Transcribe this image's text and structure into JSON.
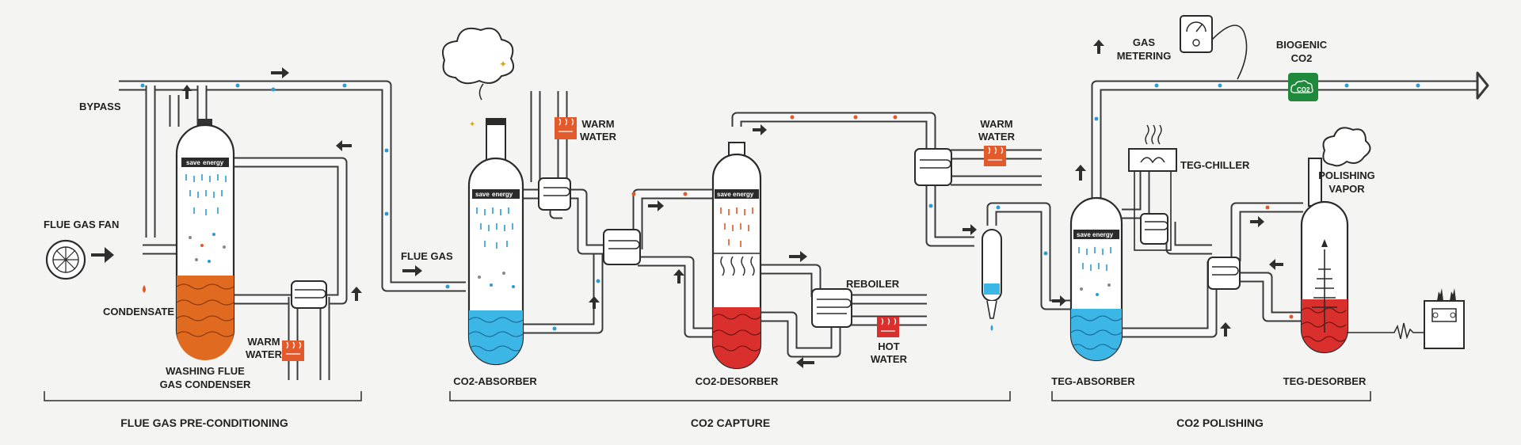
{
  "colors": {
    "outline": "#2b2b2b",
    "water_blue": "#3cb6e4",
    "hot_red": "#d9302e",
    "condenser_orange": "#e06a1f",
    "heater_orange": "#e35a2c",
    "biogenic_green": "#1f8a3c",
    "background": "#f4f4f3"
  },
  "labels": {
    "bypass": "BYPASS",
    "flue_gas_fan": "FLUE GAS FAN",
    "condensate": "CONDENSATE",
    "washing_1": "WASHING FLUE",
    "washing_2": "GAS CONDENSER",
    "warm_water_a_1": "WARM",
    "warm_water_a_2": "WATER",
    "flue_gas": "FLUE GAS",
    "warm_water_b_1": "WARM",
    "warm_water_b_2": "WATER",
    "co2_absorber": "CO2-ABSORBER",
    "co2_desorber": "CO2-DESORBER",
    "reboiler": "REBOILER",
    "hot_water_1": "HOT",
    "hot_water_2": "WATER",
    "warm_water_c_1": "WARM",
    "warm_water_c_2": "WATER",
    "gas_metering_1": "GAS",
    "gas_metering_2": "METERING",
    "biogenic_1": "BIOGENIC",
    "biogenic_2": "CO2",
    "teg_chiller": "TEG-CHILLER",
    "polishing_1": "POLISHING",
    "polishing_2": "VAPOR",
    "teg_absorber": "TEG-ABSORBER",
    "teg_desorber": "TEG-DESORBER",
    "co2_badge": "CO2"
  },
  "brand": {
    "save": "save",
    "energy": "energy"
  },
  "sections": {
    "pre_conditioning": "FLUE GAS PRE-CONDITIONING",
    "capture": "CO2 CAPTURE",
    "polishing": "CO2 POLISHING"
  },
  "icons": [
    "fan-icon",
    "heater-icon",
    "gauge-icon",
    "co2-cloud-icon",
    "steam-cloud-icon",
    "power-supply-icon",
    "arrow-icon"
  ]
}
